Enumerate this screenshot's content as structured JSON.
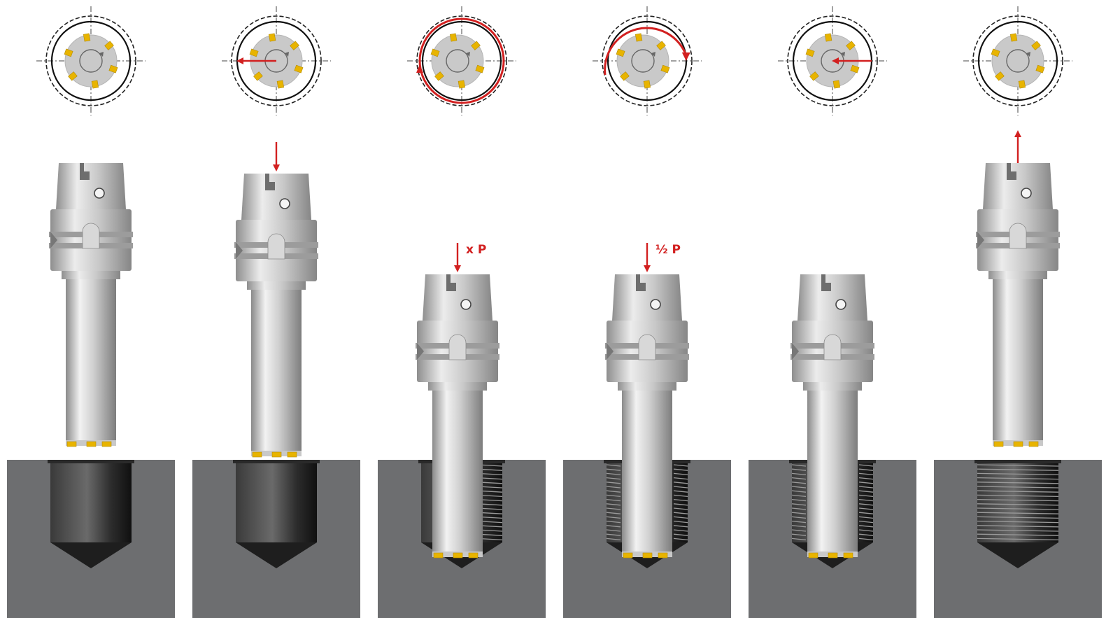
{
  "colors": {
    "background": "#ffffff",
    "workpiece": "#6d6e70",
    "arrow": "#d22020",
    "insert": "#e8b400",
    "tool_light": "#e7e7e7",
    "tool_dark": "#8c8c8c"
  },
  "steps": [
    {
      "id": "approach",
      "top_view": {
        "radial_arrow": "none",
        "orbit_arrow": "none",
        "cutter_offset": "center"
      },
      "tool_motion": "none",
      "tool_position": "above-bore",
      "bore": "plain",
      "label": ""
    },
    {
      "id": "plunge-to-depth",
      "top_view": {
        "radial_arrow": "inward-to-left",
        "orbit_arrow": "none",
        "cutter_offset": "center"
      },
      "tool_motion": "down",
      "tool_position": "at-bore-mouth",
      "bore": "plain",
      "label": ""
    },
    {
      "id": "helical-thread-milling",
      "top_view": {
        "radial_arrow": "none",
        "orbit_arrow": "full-circle",
        "cutter_offset": "left"
      },
      "tool_motion": "down",
      "tool_position": "at-bore-bottom",
      "bore": "threaded-right-side",
      "label": "x P"
    },
    {
      "id": "finishing-half-pitch",
      "top_view": {
        "radial_arrow": "none",
        "orbit_arrow": "half-circle",
        "cutter_offset": "left"
      },
      "tool_motion": "down",
      "tool_position": "at-bore-bottom",
      "bore": "threaded-full",
      "label": "½ P"
    },
    {
      "id": "retract-to-center",
      "top_view": {
        "radial_arrow": "outward-to-center",
        "orbit_arrow": "none",
        "cutter_offset": "center"
      },
      "tool_motion": "none",
      "tool_position": "at-bore-bottom",
      "bore": "threaded-full",
      "label": ""
    },
    {
      "id": "withdraw",
      "top_view": {
        "radial_arrow": "none",
        "orbit_arrow": "none",
        "cutter_offset": "center"
      },
      "tool_motion": "up",
      "tool_position": "above-bore",
      "bore": "threaded-complete",
      "label": ""
    }
  ]
}
